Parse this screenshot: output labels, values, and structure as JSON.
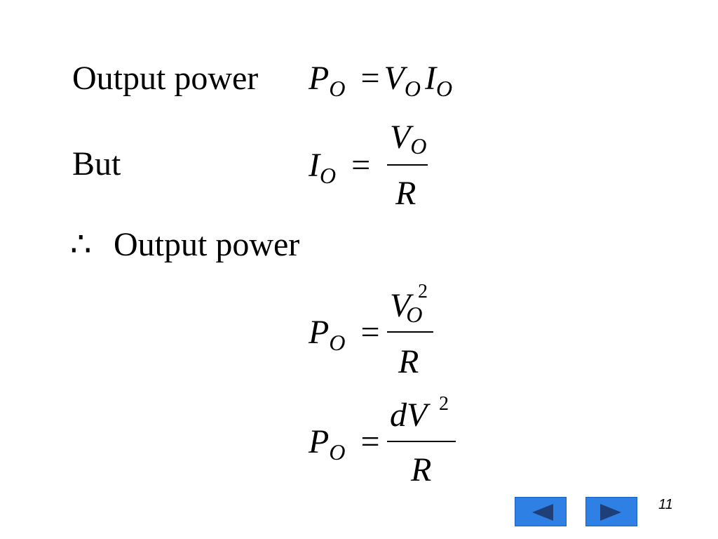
{
  "lines": {
    "line1_label": "Output power",
    "line2_label": "But",
    "line3_therefore": "∴",
    "line3_label": "Output power"
  },
  "math": {
    "P": "P",
    "V": "V",
    "I": "I",
    "R": "R",
    "dV": "dV",
    "sub_o": "O",
    "eq": "=",
    "sq": "2"
  },
  "nav": {
    "prev_icon": "left-triangle-icon",
    "next_icon": "right-triangle-icon",
    "button_color": "#2f80e4",
    "arrow_color": "#1f3f78"
  },
  "page_number": "11"
}
